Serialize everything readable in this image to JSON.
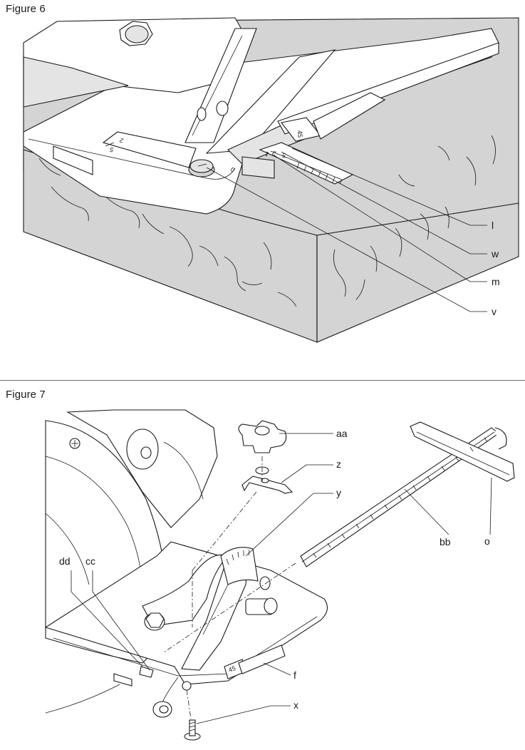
{
  "figure6": {
    "caption": "Figure 6",
    "callouts": {
      "l": "l",
      "w": "w",
      "m": "m",
      "v": "v"
    },
    "scale_marks": {
      "plate_2": "2",
      "plate_5": "5",
      "plate_1": "1",
      "plate_0": "0",
      "shoe_5": "5",
      "shoe_2": "2",
      "shoe_1": "1",
      "bevel_45": "45"
    }
  },
  "figure7": {
    "caption": "Figure 7",
    "callouts": {
      "aa": "aa",
      "z": "z",
      "y": "y",
      "bb": "bb",
      "o": "o",
      "dd": "dd",
      "cc": "cc",
      "f": "f",
      "x": "x"
    },
    "scale_marks": {
      "shoe_45": "45"
    }
  }
}
